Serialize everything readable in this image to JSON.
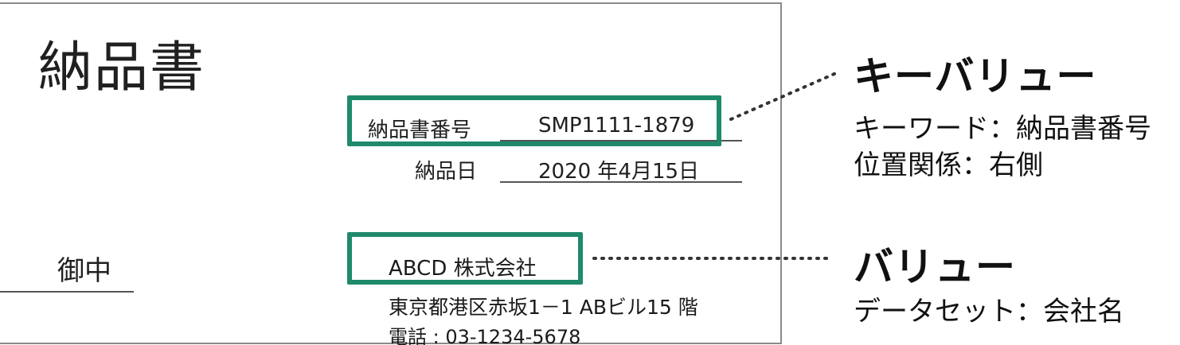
{
  "document": {
    "title": "納品書",
    "delivery_number": {
      "label": "納品書番号",
      "value": "SMP1111-1879"
    },
    "delivery_date": {
      "label": "納品日",
      "value": "2020 年4月15日"
    },
    "recipient_suffix": "御中",
    "company": {
      "name": "ABCD 株式会社",
      "address": "東京都港区赤坂1－1 ABビル15 階",
      "phone": "電話 : 03-1234-5678"
    }
  },
  "annotations": {
    "key_value": {
      "heading": "キーバリュー",
      "line1": "キーワード：納品書番号",
      "line2": "位置関係：右側"
    },
    "value": {
      "heading": "バリュー",
      "line1": "データセット：会社名"
    }
  },
  "colors": {
    "highlight": "#1f8a6b",
    "connector": "#333333"
  }
}
